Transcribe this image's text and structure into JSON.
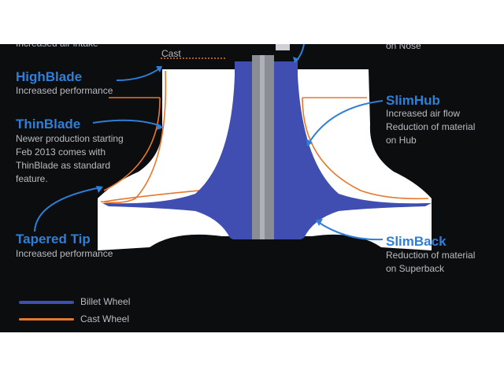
{
  "colors": {
    "background": "#0b0d0f",
    "billet": "#3f4eb0",
    "cast": "#e8772e",
    "label_title": "#2f7fd8",
    "label_text": "#b8bcc0",
    "arrow": "#2f7fd8"
  },
  "labels": {
    "top_left_partial": "Increased air intake",
    "top_cast_partial": "Cast",
    "top_right_partial": "on Nose",
    "highblade": {
      "title": "HighBlade",
      "desc": "Increased performance"
    },
    "thinblade": {
      "title": "ThinBlade",
      "desc": [
        "Newer production starting",
        "Feb 2013 comes with",
        "ThinBlade as standard",
        "feature."
      ]
    },
    "tapered_tip": {
      "title": "Tapered Tip",
      "desc": "Increased performance"
    },
    "slimhub": {
      "title": "SlimHub",
      "desc": [
        "Increased air flow",
        "Reduction of material",
        "on Hub"
      ]
    },
    "slimback": {
      "title": "SlimBack",
      "desc": [
        "Reduction of material",
        "on Superback"
      ]
    }
  },
  "legend": [
    {
      "name": "Billet Wheel",
      "color": "#3f4eb0"
    },
    {
      "name": "Cast Wheel",
      "color": "#e8772e"
    }
  ]
}
